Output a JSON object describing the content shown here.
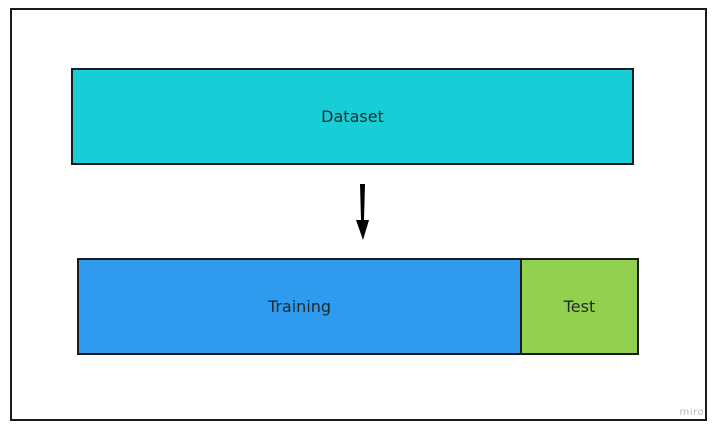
{
  "diagram": {
    "nodes": {
      "dataset": {
        "label": "Dataset",
        "color": "#17ced6"
      },
      "training": {
        "label": "Training",
        "color": "#2f9bee"
      },
      "test": {
        "label": "Test",
        "color": "#92d050"
      }
    },
    "edges": [
      {
        "from": "dataset",
        "to": "training+test",
        "style": "down-arrow"
      }
    ],
    "border_color": "#1a1a1a"
  },
  "watermark": "miro"
}
